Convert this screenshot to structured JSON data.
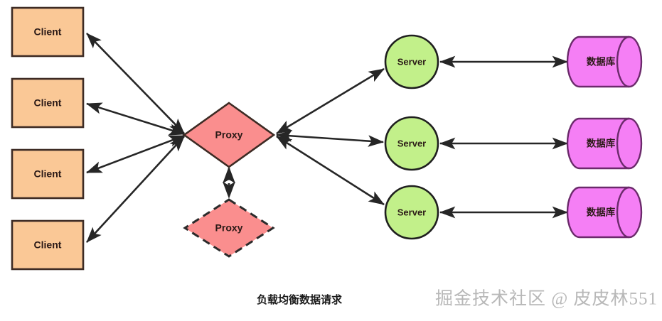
{
  "diagram": {
    "caption": "负载均衡数据请求",
    "watermark": "掘金技术社区 @ 皮皮林551",
    "colors": {
      "client_fill": "#fac896",
      "client_stroke": "#3d2b24",
      "proxy_fill": "#fa8e8e",
      "proxy_stroke": "#3d2b24",
      "server_fill": "#c2f08a",
      "server_stroke": "#1f1f1f",
      "database_fill": "#f57ff5",
      "database_stroke": "#6b2a6b",
      "arrow": "#262626",
      "background": "#ffffff"
    },
    "clients": [
      {
        "label": "Client"
      },
      {
        "label": "Client"
      },
      {
        "label": "Client"
      },
      {
        "label": "Client"
      }
    ],
    "proxies": [
      {
        "label": "Proxy",
        "style": "solid"
      },
      {
        "label": "Proxy",
        "style": "dashed"
      }
    ],
    "servers": [
      {
        "label": "Server"
      },
      {
        "label": "Server"
      },
      {
        "label": "Server"
      }
    ],
    "databases": [
      {
        "label": "数据库"
      },
      {
        "label": "数据库"
      },
      {
        "label": "数据库"
      }
    ],
    "connections": {
      "client_proxy": "bidirectional-solid",
      "proxy_server": "bidirectional-solid",
      "server_database": "bidirectional-solid",
      "proxy_backup": "bidirectional-dotted"
    }
  }
}
